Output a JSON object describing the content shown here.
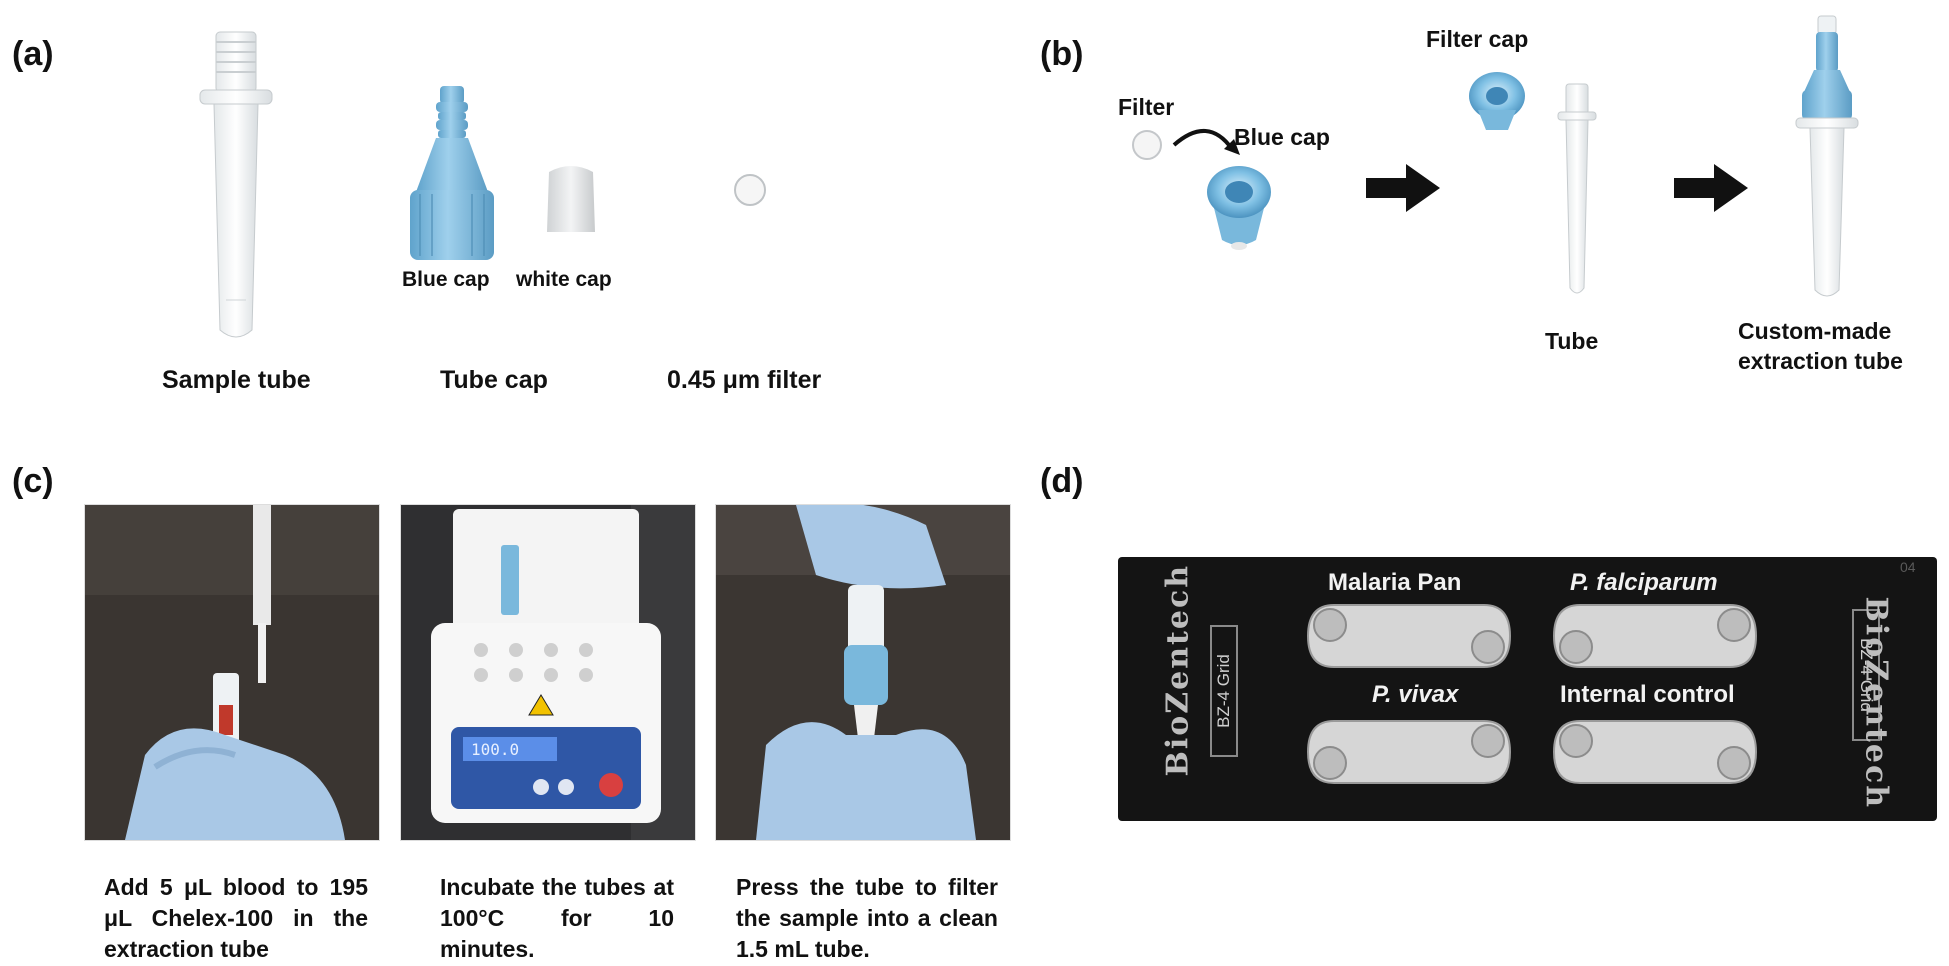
{
  "panels": {
    "a": {
      "label": "(a)",
      "sample_tube_caption": "Sample tube",
      "tube_cap_caption": "Tube cap",
      "blue_cap_label": "Blue cap",
      "white_cap_label": "white cap",
      "filter_caption": "0.45 μm filter"
    },
    "b": {
      "label": "(b)",
      "filter_label": "Filter",
      "blue_cap_label": "Blue cap",
      "filter_cap_label": "Filter cap",
      "tube_label": "Tube",
      "result_label_line1": "Custom-made",
      "result_label_line2": "extraction tube"
    },
    "c": {
      "label": "(c)",
      "steps": [
        "Add 5 μL blood to 195 μL Chelex-100 in the extraction tube",
        "Incubate the tubes at 100°C for 10 minutes.",
        "Press the tube to filter the sample into a clean 1.5 mL tube."
      ],
      "heater_display": "100.0"
    },
    "d": {
      "label": "(d)",
      "brand": "BioZentech",
      "grid_name": "BZ-4 Grid",
      "corner_number": "04",
      "wells": [
        "Malaria Pan",
        "P. falciparum",
        "P. vivax",
        "Internal control"
      ]
    }
  },
  "colors": {
    "blue_plastic": "#7ab8dc",
    "glove": "#a9c8e6",
    "grid_card": "#141414"
  }
}
